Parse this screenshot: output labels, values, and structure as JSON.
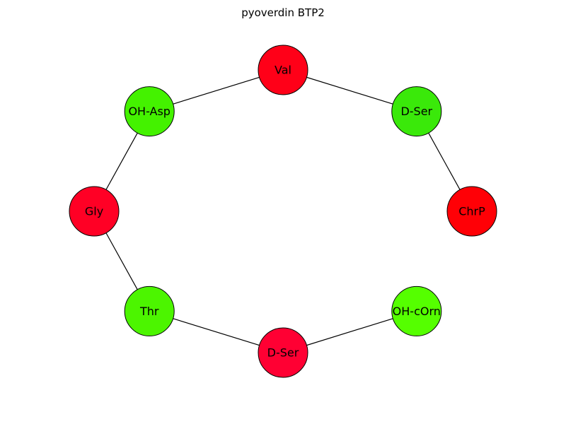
{
  "title": "pyoverdin BTP2",
  "nodes": [
    {
      "id": "val",
      "label": "Val",
      "color": "#ff0018"
    },
    {
      "id": "dser1",
      "label": "D-Ser",
      "color": "#3ae90a"
    },
    {
      "id": "chrp",
      "label": "ChrP",
      "color": "#ff0006"
    },
    {
      "id": "ohcorn",
      "label": "OH-cOrn",
      "color": "#55ff00"
    },
    {
      "id": "dser2",
      "label": "D-Ser",
      "color": "#ff0033"
    },
    {
      "id": "thr",
      "label": "Thr",
      "color": "#4cf500"
    },
    {
      "id": "gly",
      "label": "Gly",
      "color": "#ff0025"
    },
    {
      "id": "ohasp",
      "label": "OH-Asp",
      "color": "#44f200"
    }
  ],
  "edges": [
    [
      "val",
      "dser1"
    ],
    [
      "dser1",
      "chrp"
    ],
    [
      "val",
      "ohasp"
    ],
    [
      "ohasp",
      "gly"
    ],
    [
      "gly",
      "thr"
    ],
    [
      "thr",
      "dser2"
    ],
    [
      "dser2",
      "ohcorn"
    ]
  ]
}
